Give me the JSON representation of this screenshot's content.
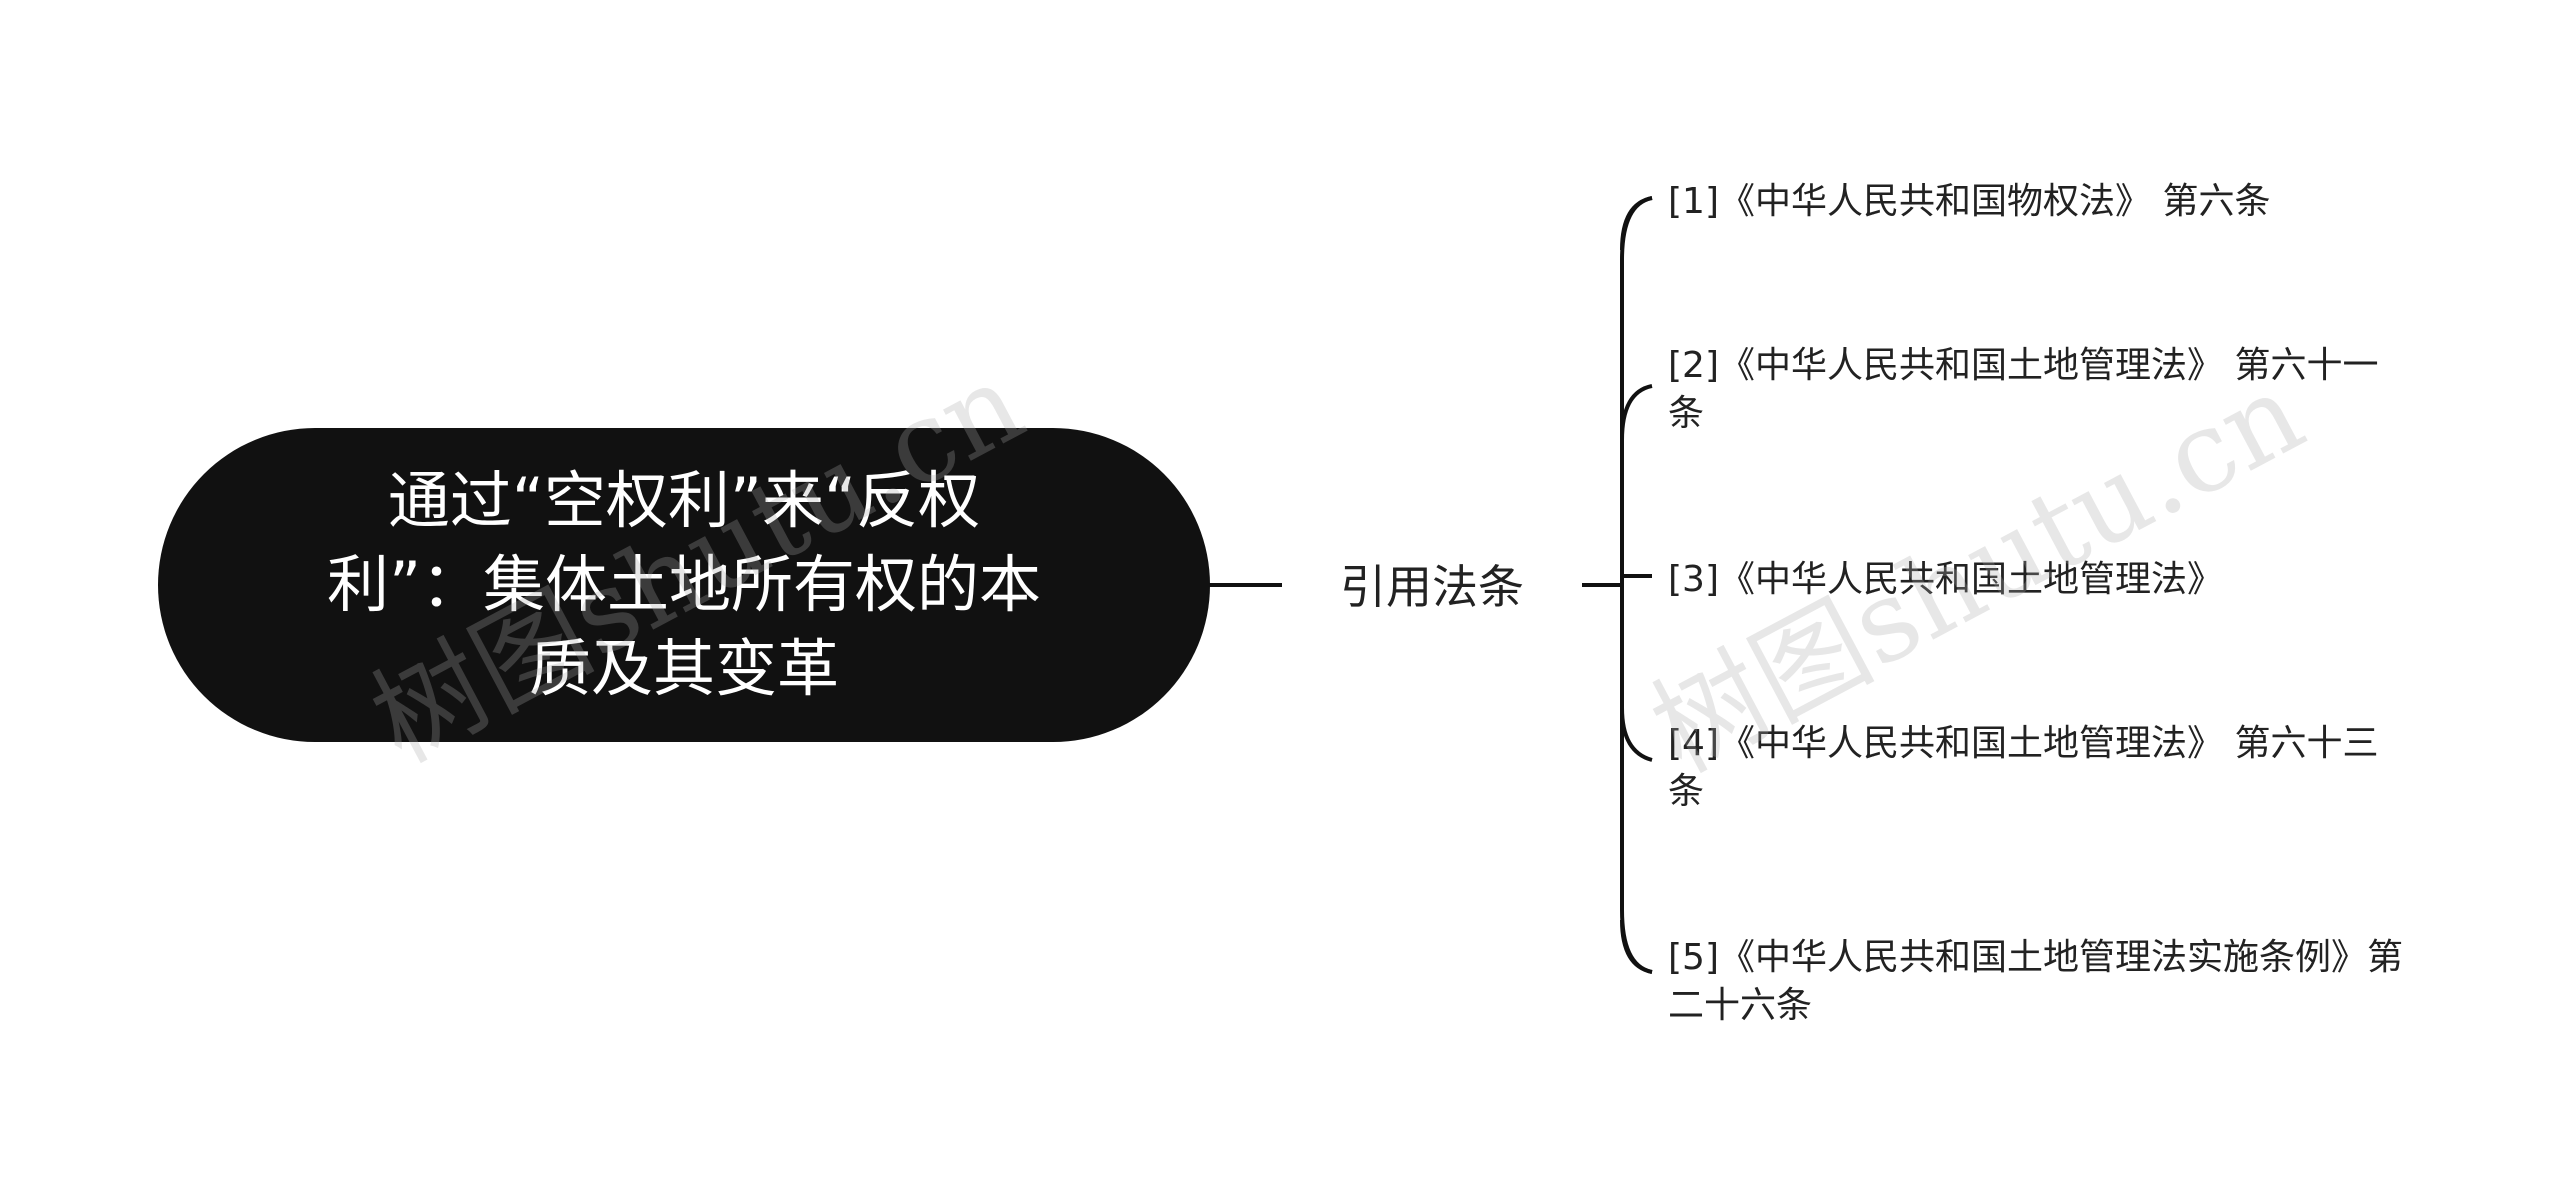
{
  "root": {
    "title": "通过“空权利”来“反权利”：集体土地所有权的本质及其变革"
  },
  "branch": {
    "label": "引用法条"
  },
  "citations": [
    "[1]《中华人民共和国物权法》 第六条",
    "[2]《中华人民共和国土地管理法》 第六十一条",
    "[3]《中华人民共和国土地管理法》",
    "[4]《中华人民共和国土地管理法》 第六十三条",
    "[5]《中华人民共和国土地管理法实施条例》第二十六条"
  ],
  "watermark": "树图shutu.cn",
  "colors": {
    "root_fill": "#111111",
    "root_text": "#ffffff",
    "line": "#111111",
    "text": "#222222"
  }
}
